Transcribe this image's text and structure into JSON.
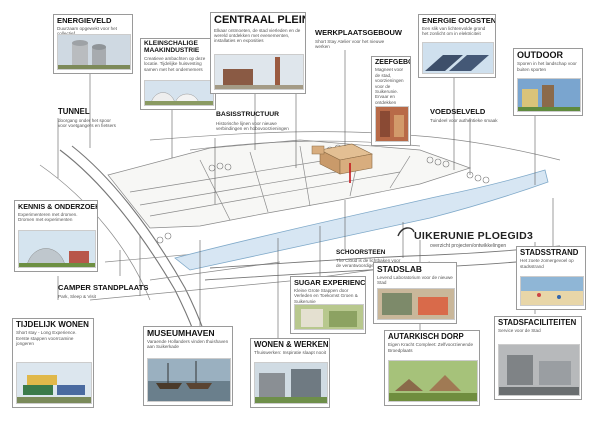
{
  "brand": {
    "name": "UIKERUNIE PLOEGID3",
    "tagline": "overzicht projecten/ontwikkelingen"
  },
  "labels": {
    "energieveld": {
      "title": "ENERGIEVELD",
      "desc": "Duurzaam opgewekt voor het collectief"
    },
    "kleinschalige": {
      "title": "KLEINSCHALIGE MAAKINDUSTRIE",
      "desc": "Creatieve ambachten op deze locatie. Tijdelijke huisvesting samen met het ondernemers"
    },
    "centraal_plein": {
      "title": "CENTRAAL PLEIN",
      "desc": "Elkaar ontmoeten, de stad vierleden en de wereld ontdekken met evenementen, installaties en exposities"
    },
    "werkplaatsgebouw": {
      "title": "WERKPLAATSGEBOUW",
      "desc": "Short Stay Atelier voor het nieuwe werken"
    },
    "energie_oogsten": {
      "title": "ENERGIE OOGSTEN",
      "desc": "Een slik van lichtenvolde grond het zonlicht om in elektriciteit"
    },
    "outdoor": {
      "title": "OUTDOOR",
      "desc": "Sporen in het landschap voor buiten sporten"
    },
    "zeefgebouw": {
      "title": "ZEEFGEBOUW",
      "desc": "Magneet voor de stad, voorzieningen voor de Suikerunie. Ervaar en ontdekken"
    },
    "basisstructuur": {
      "title": "BASISSTRUCTUUR",
      "desc": "Historische lijnen voor nieuwe verbindingen en hobovoorzieningen"
    },
    "tunnel": {
      "title": "TUNNEL",
      "desc": "doorgang onder het spoor voor voetgangers en fietsers"
    },
    "voedselveld": {
      "title": "VOEDSELVELD",
      "desc": "Tuindeel voor authentieke smaak"
    },
    "kennis": {
      "title": "KENNIS & ONDERZOEK",
      "desc": "Experimenteren met dromen. Dromen met experimenten"
    },
    "schoorsteen": {
      "title": "SCHOORSTEEN",
      "desc": "The Cloud is de lichtbaken voor de verantwoordige kiezer"
    },
    "sugar": {
      "title": "SUGAR EXPERIENCE",
      "desc": "Kleine Grote Stappen door Verleden en Toekomst Groen & Suikerunie"
    },
    "stadslab": {
      "title": "STADSLAB",
      "desc": "Levend Laboratorium voor de nieuwe Stad"
    },
    "stadsstrand": {
      "title": "STADSSTRAND",
      "desc": "Het zoete zomergevoel op stadsstrand"
    },
    "camper": {
      "title": "CAMPER STANDPLAATS",
      "desc": "Park, Sleep & Visit"
    },
    "tijdelijk_wonen": {
      "title": "TIJDELIJK WONEN",
      "desc": "Short stay - Long Experience. Eerste stappen voorrcamine jongeren"
    },
    "museumhaven": {
      "title": "MUSEUMHAVEN",
      "desc": "Varaende Hollanders vinden thuishaven aan Suikerkade"
    },
    "wonen_werken": {
      "title": "WONEN & WERKEN",
      "desc": "Thuiswerken: Inspiratie slaapt nooit"
    },
    "autarkisch": {
      "title": "AUTARKISCH DORP",
      "desc": "Eigen Kracht Compleet: Zelfvoorzienende Broedplaats"
    },
    "stadsfaciliteiten": {
      "title": "STADSFACILITEITEN",
      "desc": "Service voor de Stad"
    }
  },
  "colors": {
    "water": "#d7e6f3",
    "water_edge": "#7fa9c9",
    "building": "#d8ad7e",
    "chimney": "#c4161c",
    "sketch": "#6a6a6a"
  }
}
